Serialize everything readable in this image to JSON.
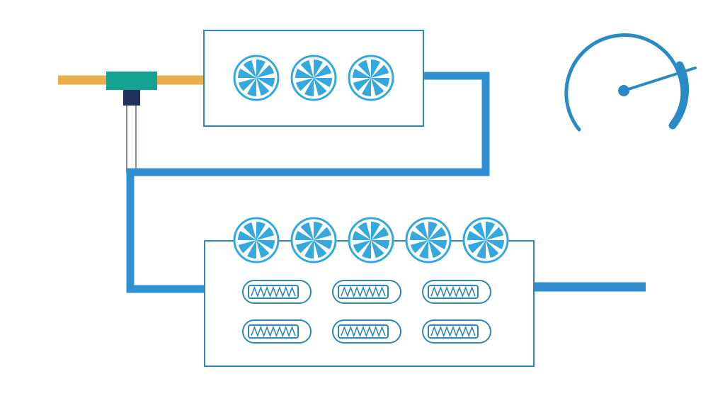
{
  "colors": {
    "background": "#ffffff",
    "pipe": "#2f8fd0",
    "outline": "#2f86b8",
    "fan": "#35a8dd",
    "fuel_line": "#e9ad4c",
    "valve_body": "#14a292",
    "valve_stem": "#25305c",
    "gauge": "#2a8ac4",
    "needle": "#2a8ac4"
  },
  "icons": {
    "fan": "fan-icon",
    "heater_element": "heating-coil-icon",
    "gauge": "pressure-gauge-icon",
    "valve": "tee-valve-icon"
  },
  "components": {
    "upper_unit": {
      "fan_count": 3
    },
    "lower_unit": {
      "fan_count": 5,
      "heater_rows": 2,
      "heater_columns": 3
    }
  },
  "gauge_reading": 0.72
}
